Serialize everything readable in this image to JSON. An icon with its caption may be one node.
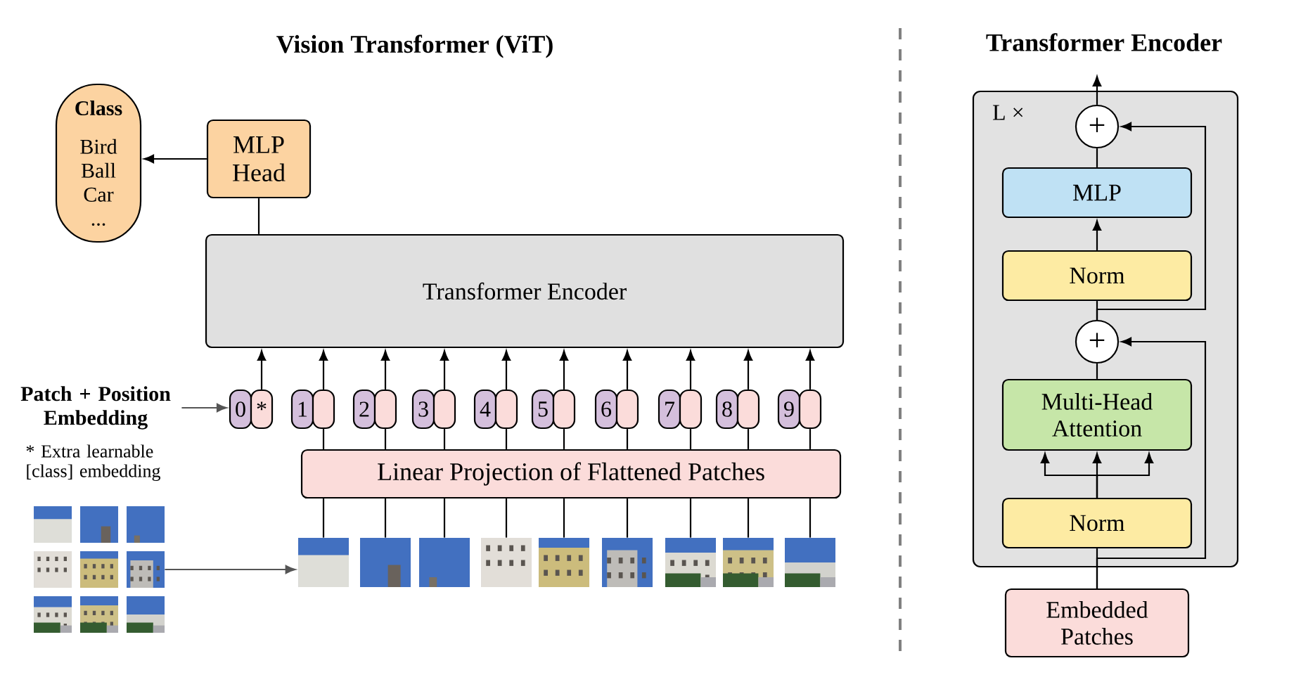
{
  "diagram": {
    "title": "Vision Transformer (ViT)",
    "nodes": [
      {
        "text": [
          "Class",
          "Bird Ball Car ..."
        ]
      },
      {
        "text": [
          "MLP Head"
        ]
      },
      {
        "text": [
          "Transformer Encoder"
        ]
      },
      {
        "text": [
          "Patch + Position Embedding"
        ]
      },
      {
        "text": [
          "0"
        ]
      },
      {
        "text": [
          "*"
        ]
      },
      {
        "text": [
          "1"
        ]
      },
      {
        "text": [],
        "shape": "box"
      },
      {
        "text": [
          "2"
        ]
      },
      {
        "text": [],
        "shape": "box"
      },
      {
        "text": [
          "3"
        ]
      },
      {
        "text": [],
        "shape": "box"
      },
      {
        "text": [
          "4"
        ]
      },
      {
        "text": [],
        "shape": "box"
      },
      {
        "text": [
          "5"
        ]
      },
      {
        "text": [],
        "shape": "box"
      },
      {
        "text": [
          "6"
        ]
      },
      {
        "text": [],
        "shape": "box"
      },
      {
        "text": [
          "7"
        ]
      },
      {
        "text": [],
        "shape": "box"
      },
      {
        "text": [
          "8"
        ]
      },
      {
        "text": [],
        "shape": "box"
      },
      {
        "text": [
          "9"
        ]
      },
      {
        "text": [],
        "shape": "box"
      },
      {
        "text": [
          "Linear Projection of Flattened Patches"
        ]
      },
      {
        "text": [],
        "shape": "picture"
      },
      {
        "text": [],
        "shape": "picture"
      },
      {
        "text": [],
        "shape": "picture"
      },
      {
        "text": [],
        "shape": "picture"
      },
      {
        "text": [],
        "shape": "picture"
      },
      {
        "text": [],
        "shape": "picture"
      },
      {
        "text": [],
        "shape": "picture"
      },
      {
        "text": [],
        "shape": "picture"
      },
      {
        "text": [],
        "shape": "picture"
      },
      {
        "text": [],
        "shape": "picture"
      },
      {
        "text": [
          "L ×"
        ]
      },
      {
        "text": [
          "+"
        ],
        "in": 35
      },
      {
        "text": [
          "MLP"
        ],
        "in": 35
      },
      {
        "text": [
          "Norm"
        ],
        "in": 35
      },
      {
        "text": [
          "+"
        ],
        "in": 35
      },
      {
        "text": [
          "Multi-Head Attention"
        ],
        "in": 35
      },
      {
        "text": [
          "Norm"
        ],
        "in": 35
      },
      {
        "text": [
          "Embedded Patches"
        ]
      }
    ],
    "edges": [
      {
        "from": 1,
        "to": 0,
        "arrow": "to"
      },
      {
        "from": 2,
        "to": 1,
        "arrow": "none"
      },
      {
        "from": 5,
        "to": 2,
        "arrow": "to"
      },
      {
        "from": 7,
        "to": 2,
        "arrow": "to"
      },
      {
        "from": 9,
        "to": 2,
        "arrow": "to"
      },
      {
        "from": 11,
        "to": 2,
        "arrow": "to"
      },
      {
        "from": 13,
        "to": 2,
        "arrow": "to"
      },
      {
        "from": 15,
        "to": 2,
        "arrow": "to"
      },
      {
        "from": 17,
        "to": 2,
        "arrow": "to"
      },
      {
        "from": 19,
        "to": 2,
        "arrow": "to"
      },
      {
        "from": 21,
        "to": 2,
        "arrow": "to"
      },
      {
        "from": 23,
        "to": 2,
        "arrow": "to"
      },
      {
        "from": 24,
        "to": 7,
        "arrow": "none"
      },
      {
        "from": 24,
        "to": 9,
        "arrow": "none"
      },
      {
        "from": 24,
        "to": 11,
        "arrow": "none"
      },
      {
        "from": 24,
        "to": 13,
        "arrow": "none"
      },
      {
        "from": 24,
        "to": 15,
        "arrow": "none"
      },
      {
        "from": 24,
        "to": 17,
        "arrow": "none"
      },
      {
        "from": 24,
        "to": 19,
        "arrow": "none"
      },
      {
        "from": 24,
        "to": 21,
        "arrow": "none"
      },
      {
        "from": 24,
        "to": 23,
        "arrow": "none"
      },
      {
        "from": 26,
        "to": 24,
        "arrow": "none"
      },
      {
        "from": 27,
        "to": 24,
        "arrow": "none"
      },
      {
        "from": 28,
        "to": 24,
        "arrow": "none"
      },
      {
        "from": 29,
        "to": 24,
        "arrow": "none"
      },
      {
        "from": 30,
        "to": 24,
        "arrow": "none"
      },
      {
        "from": 31,
        "to": 24,
        "arrow": "none"
      },
      {
        "from": 32,
        "to": 24,
        "arrow": "none"
      },
      {
        "from": 33,
        "to": 24,
        "arrow": "none"
      },
      {
        "from": 34,
        "to": 24,
        "arrow": "none"
      },
      {
        "from": 3,
        "to": 4,
        "arrow": "to",
        "color": "#555555"
      },
      {
        "from": 25,
        "to": 26,
        "arrow": "to",
        "color": "#555555"
      },
      {
        "from": 42,
        "to": 41,
        "arrow": "none"
      },
      {
        "from": 42,
        "to": 39,
        "arrow": "to"
      },
      {
        "from": 41,
        "to": 40,
        "arrow": "to"
      },
      {
        "from": 41,
        "to": 40,
        "arrow": "to"
      },
      {
        "from": 41,
        "to": 40,
        "arrow": "to"
      },
      {
        "from": 40,
        "to": 39,
        "arrow": "none"
      },
      {
        "from": 39,
        "to": 38,
        "arrow": "none"
      },
      {
        "from": 39,
        "to": 36,
        "arrow": "to"
      },
      {
        "from": 38,
        "to": 37,
        "arrow": "to"
      },
      {
        "from": 37,
        "to": 36,
        "arrow": "none"
      },
      {
        "from": 36,
        "to": null,
        "arrow": "to"
      }
    ],
    "labels": [
      "Transformer Encoder",
      "* Extra learnable [class] embedding"
    ]
  }
}
